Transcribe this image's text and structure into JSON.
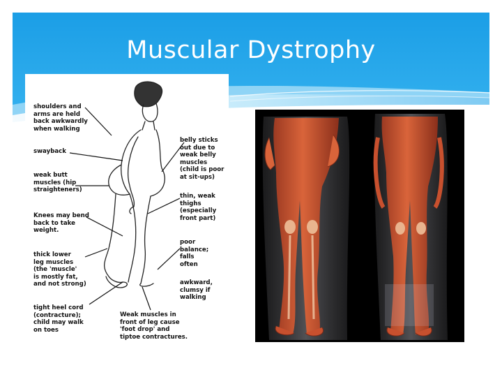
{
  "slide": {
    "title": "Muscular Dystrophy"
  },
  "diagram": {
    "labels": {
      "shoulders": "shoulders and\narms are held\nback awkwardly\nwhen walking",
      "swayback": "swayback",
      "weak_butt": "weak butt\nmuscles (hip\nstraighteners)",
      "knees": "Knees may bend\nback to take\nweight.",
      "thick_lower": "thick lower\nleg muscles\n(the 'muscle'\nis mostly fat,\nand not strong)",
      "tight_heel": "tight heel cord\n(contracture);\nchild may walk\non toes",
      "weak_front": "Weak muscles in\nfront of leg cause\n'foot drop' and\ntiptoe contractures.",
      "belly": "belly sticks\nout due to\nweak belly\nmuscles\n(child is poor\nat sit-ups)",
      "thin_thighs": "thin, weak\nthighs\n(especially\nfront part)",
      "poor_balance": "poor\nbalance;\nfalls\noften",
      "awkward": "awkward,\nclumsy if\nwalking"
    }
  },
  "colors": {
    "header_blue": "#1aa0e8",
    "header_light": "#8fd3f5",
    "muscle_red": "#c8502e",
    "photo_bg": "#000000"
  }
}
